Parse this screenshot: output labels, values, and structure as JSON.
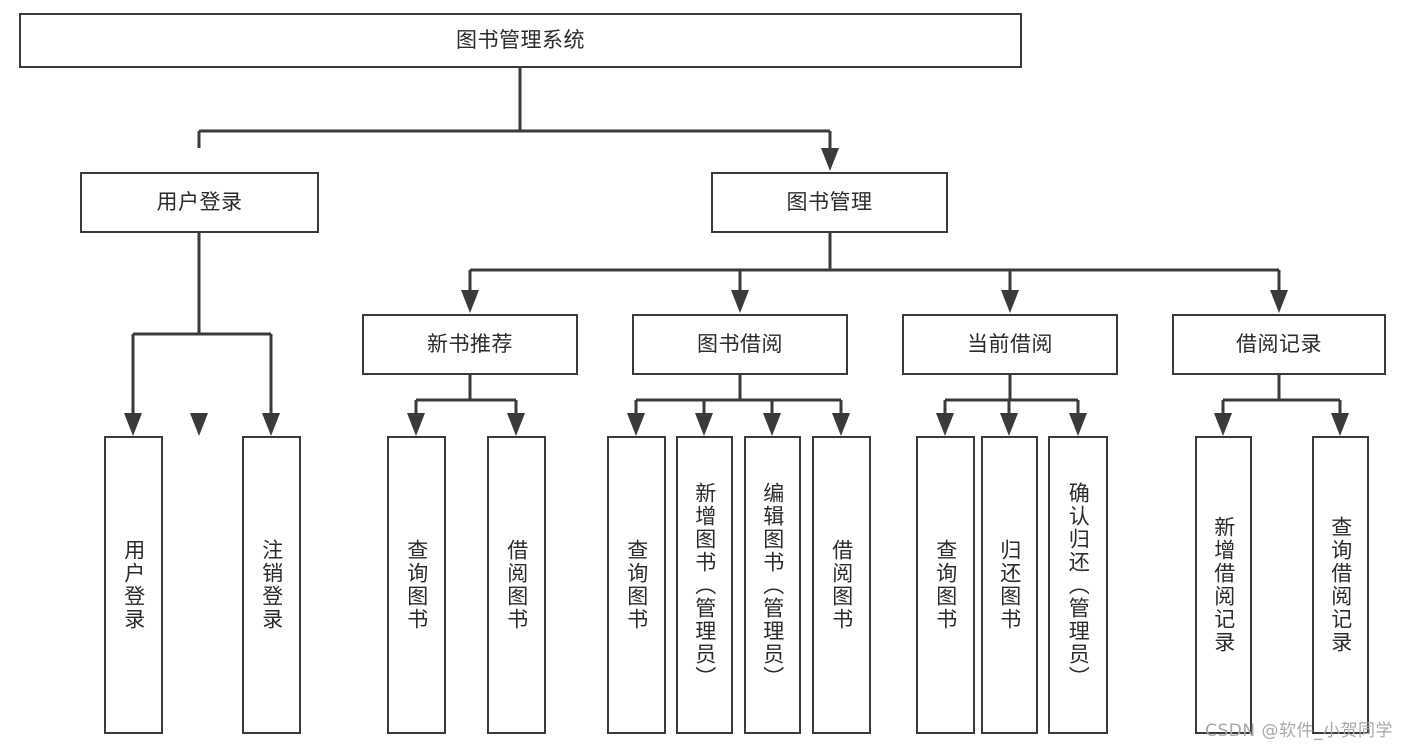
{
  "diagram": {
    "title": "图书管理系统",
    "type": "tree-hierarchy-diagram",
    "colors": {
      "box_border": "#3a3a3a",
      "box_fill": "#ffffff",
      "connector": "#3a3a3a",
      "text": "#2b2b2b",
      "watermark": "#a8a8a8",
      "background": "#ffffff"
    }
  },
  "root": {
    "label": "图书管理系统"
  },
  "level2": [
    {
      "id": "user-login",
      "label": "用户登录"
    },
    {
      "id": "book-management",
      "label": "图书管理"
    }
  ],
  "level3": [
    {
      "id": "new-book-recommend",
      "label": "新书推荐"
    },
    {
      "id": "book-borrow",
      "label": "图书借阅"
    },
    {
      "id": "current-borrow",
      "label": "当前借阅"
    },
    {
      "id": "borrow-record",
      "label": "借阅记录"
    }
  ],
  "leaves": {
    "user_login": [
      {
        "id": "leaf-user-login",
        "label": "用户登录"
      },
      {
        "id": "leaf-logout-login",
        "label": "注销登录"
      }
    ],
    "new_book_recommend": [
      {
        "id": "leaf-query-book-1",
        "label": "查询图书"
      },
      {
        "id": "leaf-borrow-book-1",
        "label": "借阅图书"
      }
    ],
    "book_borrow": [
      {
        "id": "leaf-query-book-2",
        "label": "查询图书"
      },
      {
        "id": "leaf-add-book",
        "label": "新增图书（管理员）"
      },
      {
        "id": "leaf-edit-book",
        "label": "编辑图书（管理员）"
      },
      {
        "id": "leaf-borrow-book-2",
        "label": "借阅图书"
      }
    ],
    "current_borrow": [
      {
        "id": "leaf-query-book-3",
        "label": "查询图书"
      },
      {
        "id": "leaf-return-book",
        "label": "归还图书"
      },
      {
        "id": "leaf-confirm-return",
        "label": "确认归还（管理员）"
      }
    ],
    "borrow_record": [
      {
        "id": "leaf-add-record",
        "label": "新增借阅记录"
      },
      {
        "id": "leaf-query-record",
        "label": "查询借阅记录"
      }
    ]
  },
  "watermark": {
    "text": "CSDN @软件_小贺同学"
  }
}
